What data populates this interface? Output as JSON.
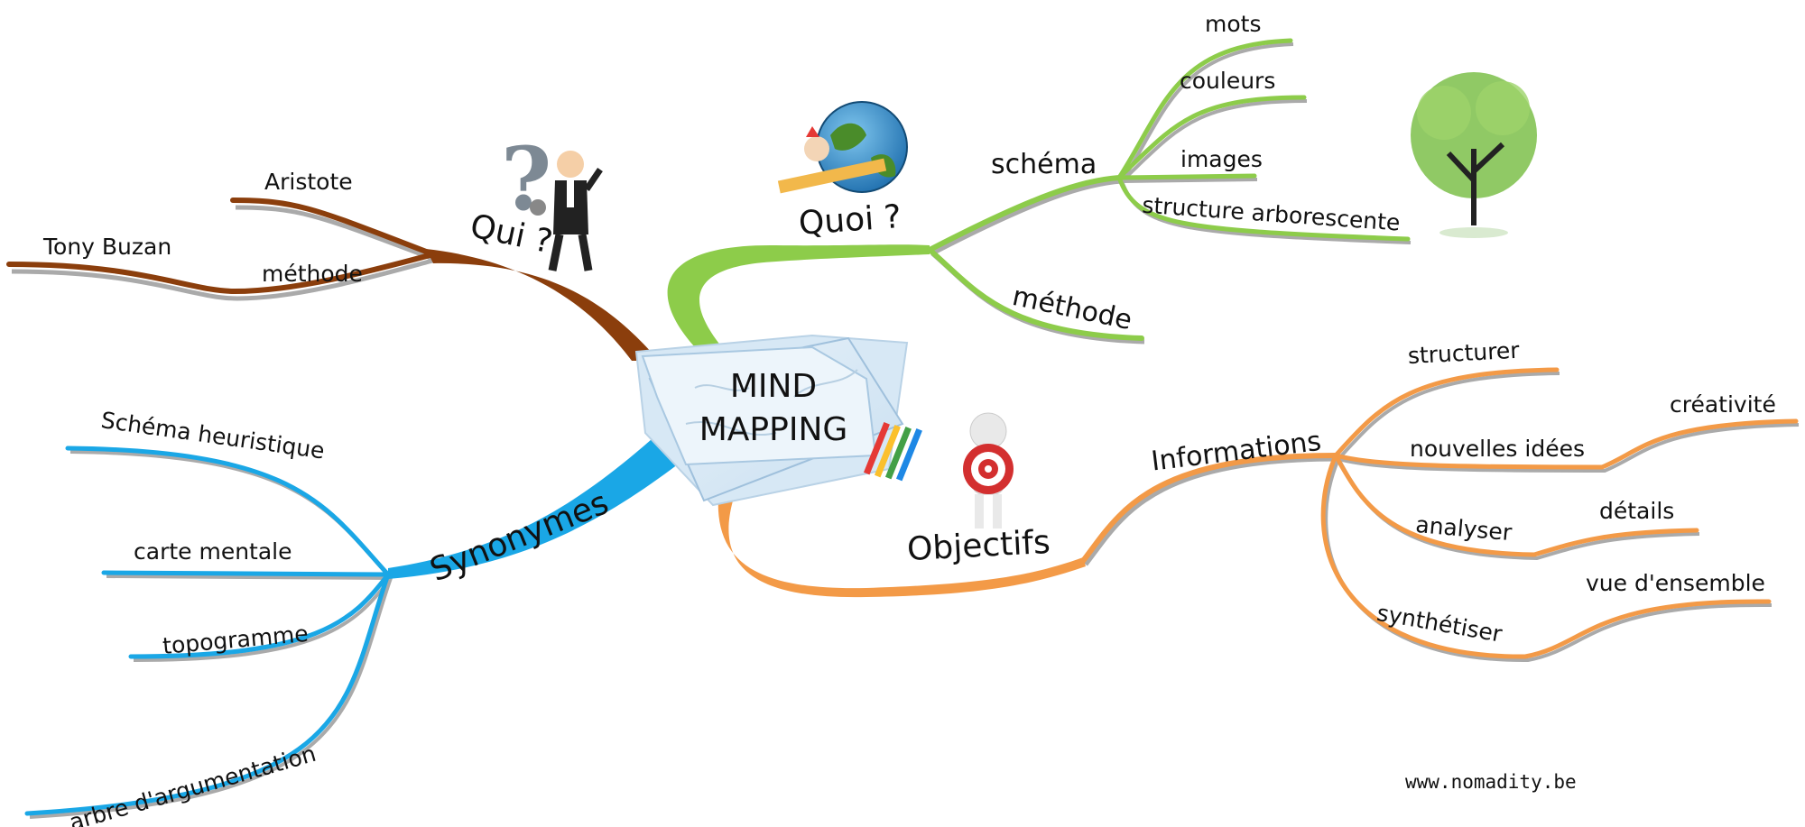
{
  "center": {
    "line1": "MIND",
    "line2": "MAPPING"
  },
  "colors": {
    "brown": "#8b3e0c",
    "green": "#8dcc4a",
    "blue": "#1aa7e6",
    "orange": "#f39a47",
    "shadow": "#9a9a9a"
  },
  "branches": {
    "qui": {
      "label": "Qui ?",
      "children": [
        "Aristote",
        "méthode",
        "Tony Buzan"
      ]
    },
    "quoi": {
      "label": "Quoi ?",
      "schema": "schéma",
      "schema_children": [
        "mots",
        "couleurs",
        "images",
        "structure arborescente"
      ],
      "methode": "méthode"
    },
    "synonymes": {
      "label": "Synonymes",
      "children": [
        "Schéma heuristique",
        "carte mentale",
        "topogramme",
        "arbre d'argumentation"
      ]
    },
    "objectifs": {
      "label": "Objectifs",
      "informations": "Informations",
      "children": [
        "structurer",
        "nouvelles idées",
        "analyser",
        "synthétiser"
      ],
      "sub": {
        "nouvelles_idees": "créativité",
        "analyser": "détails",
        "synthetiser": "vue d'ensemble"
      }
    }
  },
  "illustrations": [
    "question-man-illustration",
    "globe-pencil-illustration",
    "tree-illustration",
    "target-man-illustration",
    "paper-pencils-illustration"
  ],
  "credit": "www.nomadity.be"
}
